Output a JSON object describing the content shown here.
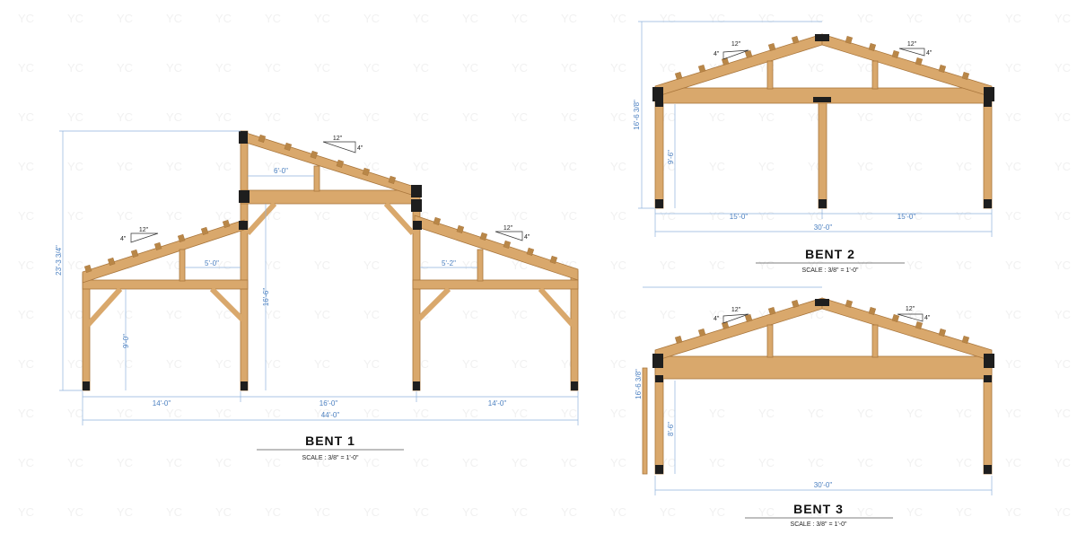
{
  "watermark": "YC",
  "colors": {
    "timber": "#d9a86c",
    "timber_dark": "#b98748",
    "timber_edge": "#a9763c",
    "steel": "#1e1e1e",
    "dimension": "#8fb3dd",
    "dimension_text": "#4a7fc0"
  },
  "bent1": {
    "title": "BENT 1",
    "scale": "SCALE : 3/8\" = 1'-0\"",
    "dims": {
      "overall_height": "23'-3 3/4\"",
      "center_height": "16'-6\"",
      "side_post_height": "9'-0\"",
      "left_bay": "14'-0\"",
      "center_bay": "16'-0\"",
      "right_bay": "14'-0\"",
      "total_width": "44'-0\"",
      "top_strut_spacing": "6'-0\"",
      "left_strut_spacing": "5'-0\"",
      "right_strut_spacing": "5'-2\""
    },
    "pitch_top": {
      "run": "12\"",
      "rise": "4\""
    },
    "pitch_left": {
      "run": "12\"",
      "rise": "4\""
    },
    "pitch_right": {
      "run": "12\"",
      "rise": "4\""
    }
  },
  "bent2": {
    "title": "BENT 2",
    "scale": "SCALE : 3/8\" = 1'-0\"",
    "dims": {
      "overall_height": "16'-6 3/8\"",
      "post_height": "9'-6\"",
      "left_bay": "15'-0\"",
      "right_bay": "15'-0\"",
      "total_width": "30'-0\""
    },
    "pitch_left": {
      "run": "12\"",
      "rise": "4\""
    },
    "pitch_right": {
      "run": "12\"",
      "rise": "4\""
    }
  },
  "bent3": {
    "title": "BENT 3",
    "scale": "SCALE : 3/8\" = 1'-0\"",
    "dims": {
      "overall_height": "16'-6 3/8\"",
      "post_height": "8'-6\"",
      "total_width": "30'-0\""
    },
    "pitch_left": {
      "run": "12\"",
      "rise": "4\""
    },
    "pitch_right": {
      "run": "12\"",
      "rise": "4\""
    }
  }
}
